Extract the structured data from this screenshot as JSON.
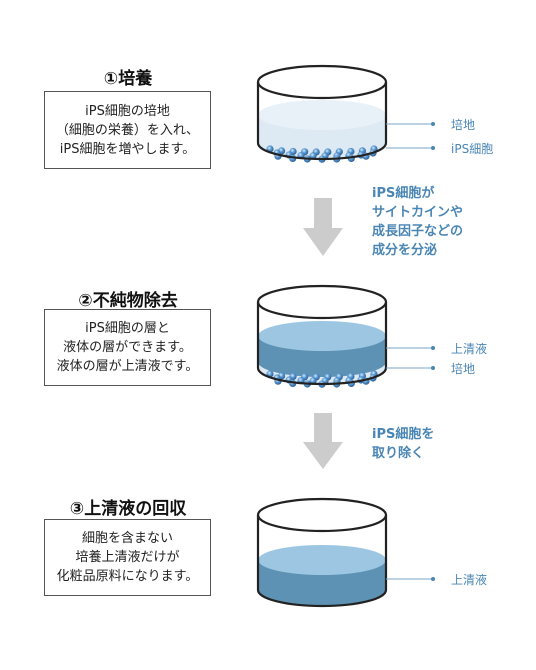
{
  "steps": [
    {
      "title": "①培養",
      "description": [
        "iPS細胞の培地",
        "（細胞の栄養）を入れ、",
        "iPS細胞を増やします。"
      ],
      "layer_labels": [
        "培地",
        "iPS細胞"
      ]
    },
    {
      "title": "②不純物除去",
      "description": [
        "iPS細胞の層と",
        "液体の層ができます。",
        "液体の層が上清液です。"
      ],
      "layer_labels": [
        "上清液",
        "培地"
      ]
    },
    {
      "title": "③上清液の回収",
      "description": [
        "細胞を含まない",
        "培養上清液だけが",
        "化粧品原料になります。"
      ],
      "layer_labels": [
        "上清液"
      ]
    }
  ],
  "transitions": [
    {
      "annotation": [
        "iPS細胞が",
        "サイトカインや",
        "成長因子などの",
        "成分を分泌"
      ]
    },
    {
      "annotation": [
        "iPS細胞を",
        "取り除く"
      ]
    }
  ],
  "colors": {
    "accent_blue": "#4a86b4",
    "liquid_light": "#dde9f3",
    "liquid_blue": "#9cc6e1",
    "liquid_dark": "#5e92b4",
    "cell_blue": "#3f7fbf",
    "arrow_gray": "#cccccc"
  }
}
